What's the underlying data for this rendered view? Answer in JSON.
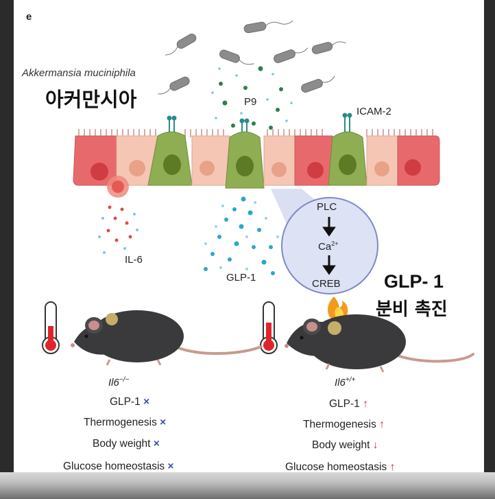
{
  "figure": {
    "panel_letter": "e",
    "species_latin": "Akkermansia muciniphila",
    "species_korean": "아커만시아",
    "labels": {
      "p9": "P9",
      "icam2": "ICAM-2",
      "il6": "IL-6",
      "glp1_secreted": "GLP-1",
      "pathway_top": "PLC",
      "pathway_mid": "Ca",
      "pathway_mid_sup": "2+",
      "pathway_bottom": "CREB"
    },
    "highlight": {
      "title": "GLP- 1",
      "subtitle_korean": "분비 촉진"
    },
    "left_mouse": {
      "genotype": "Il6",
      "genotype_sup": "−/−",
      "outcomes": [
        {
          "label": "GLP-1",
          "mark": "×"
        },
        {
          "label": "Thermogenesis",
          "mark": "×"
        },
        {
          "label": "Body weight",
          "mark": "×"
        },
        {
          "label": "Glucose homeostasis",
          "mark": "×"
        }
      ]
    },
    "right_mouse": {
      "genotype": "Il6",
      "genotype_sup": "+/+",
      "outcomes": [
        {
          "label": "GLP-1",
          "mark": "↑"
        },
        {
          "label": "Thermogenesis",
          "mark": "↑"
        },
        {
          "label": "Body weight",
          "mark": "↓"
        },
        {
          "label": "Glucose homeostasis",
          "mark": "↑"
        }
      ]
    },
    "colors": {
      "enterocyte_red": "#e8696c",
      "enterocyte_peach": "#f6c6b5",
      "l_cell_green": "#8fae54",
      "glp1_dots": "#2aa6cf",
      "il6_dots": "#e14b4b",
      "p9_dots": "#2f7d4e",
      "pathway_circle": "#dde2f5",
      "mouse_body": "#3a3a3c",
      "x_mark": "#3d4fb3",
      "arrow_mark": "#e0242b"
    }
  }
}
